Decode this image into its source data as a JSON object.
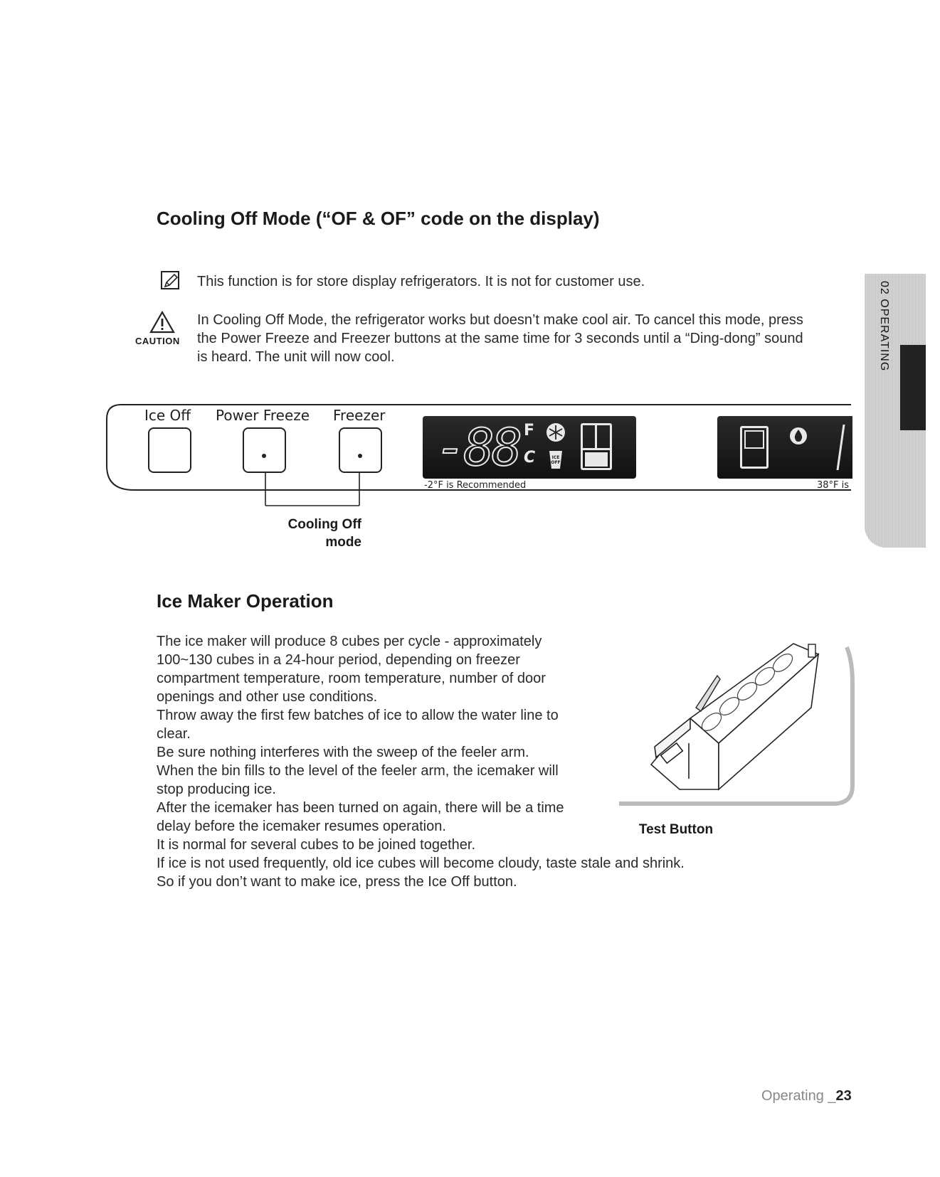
{
  "section_tab": {
    "label": "02 OPERATING"
  },
  "cooling_off": {
    "heading": "Cooling Off Mode (“OF & OF” code on the display)",
    "note": "This function is for store display refrigerators. It is not for customer use.",
    "caution_label": "CAUTION",
    "caution_lines": [
      "In Cooling Off Mode, the refrigerator works but doesn’t make cool air. To cancel this mode, press",
      "the Power Freeze and Freezer buttons at the same time for 3 seconds until a “Ding-dong” sound",
      "is heard. The unit will now cool."
    ]
  },
  "panel": {
    "buttons": [
      "Ice Off",
      "Power Freeze",
      "Freezer"
    ],
    "lcd_digits": "-88",
    "unit_f": "F",
    "unit_c": "C",
    "ice_off_icon_text": "ICE OFF",
    "recommend_left": "-2°F is Recommended",
    "recommend_right": "38°F is",
    "callout": [
      "Cooling Off",
      "mode"
    ]
  },
  "ice_maker": {
    "heading": "Ice Maker Operation",
    "lines": [
      "The ice maker will produce 8 cubes per cycle - approximately",
      "100~130 cubes in a 24-hour period, depending on freezer",
      "compartment temperature, room temperature, number of door",
      "openings and other use conditions.",
      "Throw away the first few batches of ice to allow the water line to",
      "clear.",
      "Be sure nothing interferes with the sweep of the feeler arm.",
      "When the bin fills to the level of the feeler arm, the icemaker will",
      "stop producing ice.",
      "After the icemaker has been turned on again, there will be a time",
      "delay before the icemaker resumes operation.",
      "It is normal for several cubes to be joined together.",
      "If ice is not used frequently, old ice cubes will become cloudy, taste stale and shrink.",
      "So if you don’t want to make ice, press the Ice Off button."
    ],
    "test_button_label": "Test Button"
  },
  "footer": {
    "section": "Operating _",
    "page": "23"
  }
}
